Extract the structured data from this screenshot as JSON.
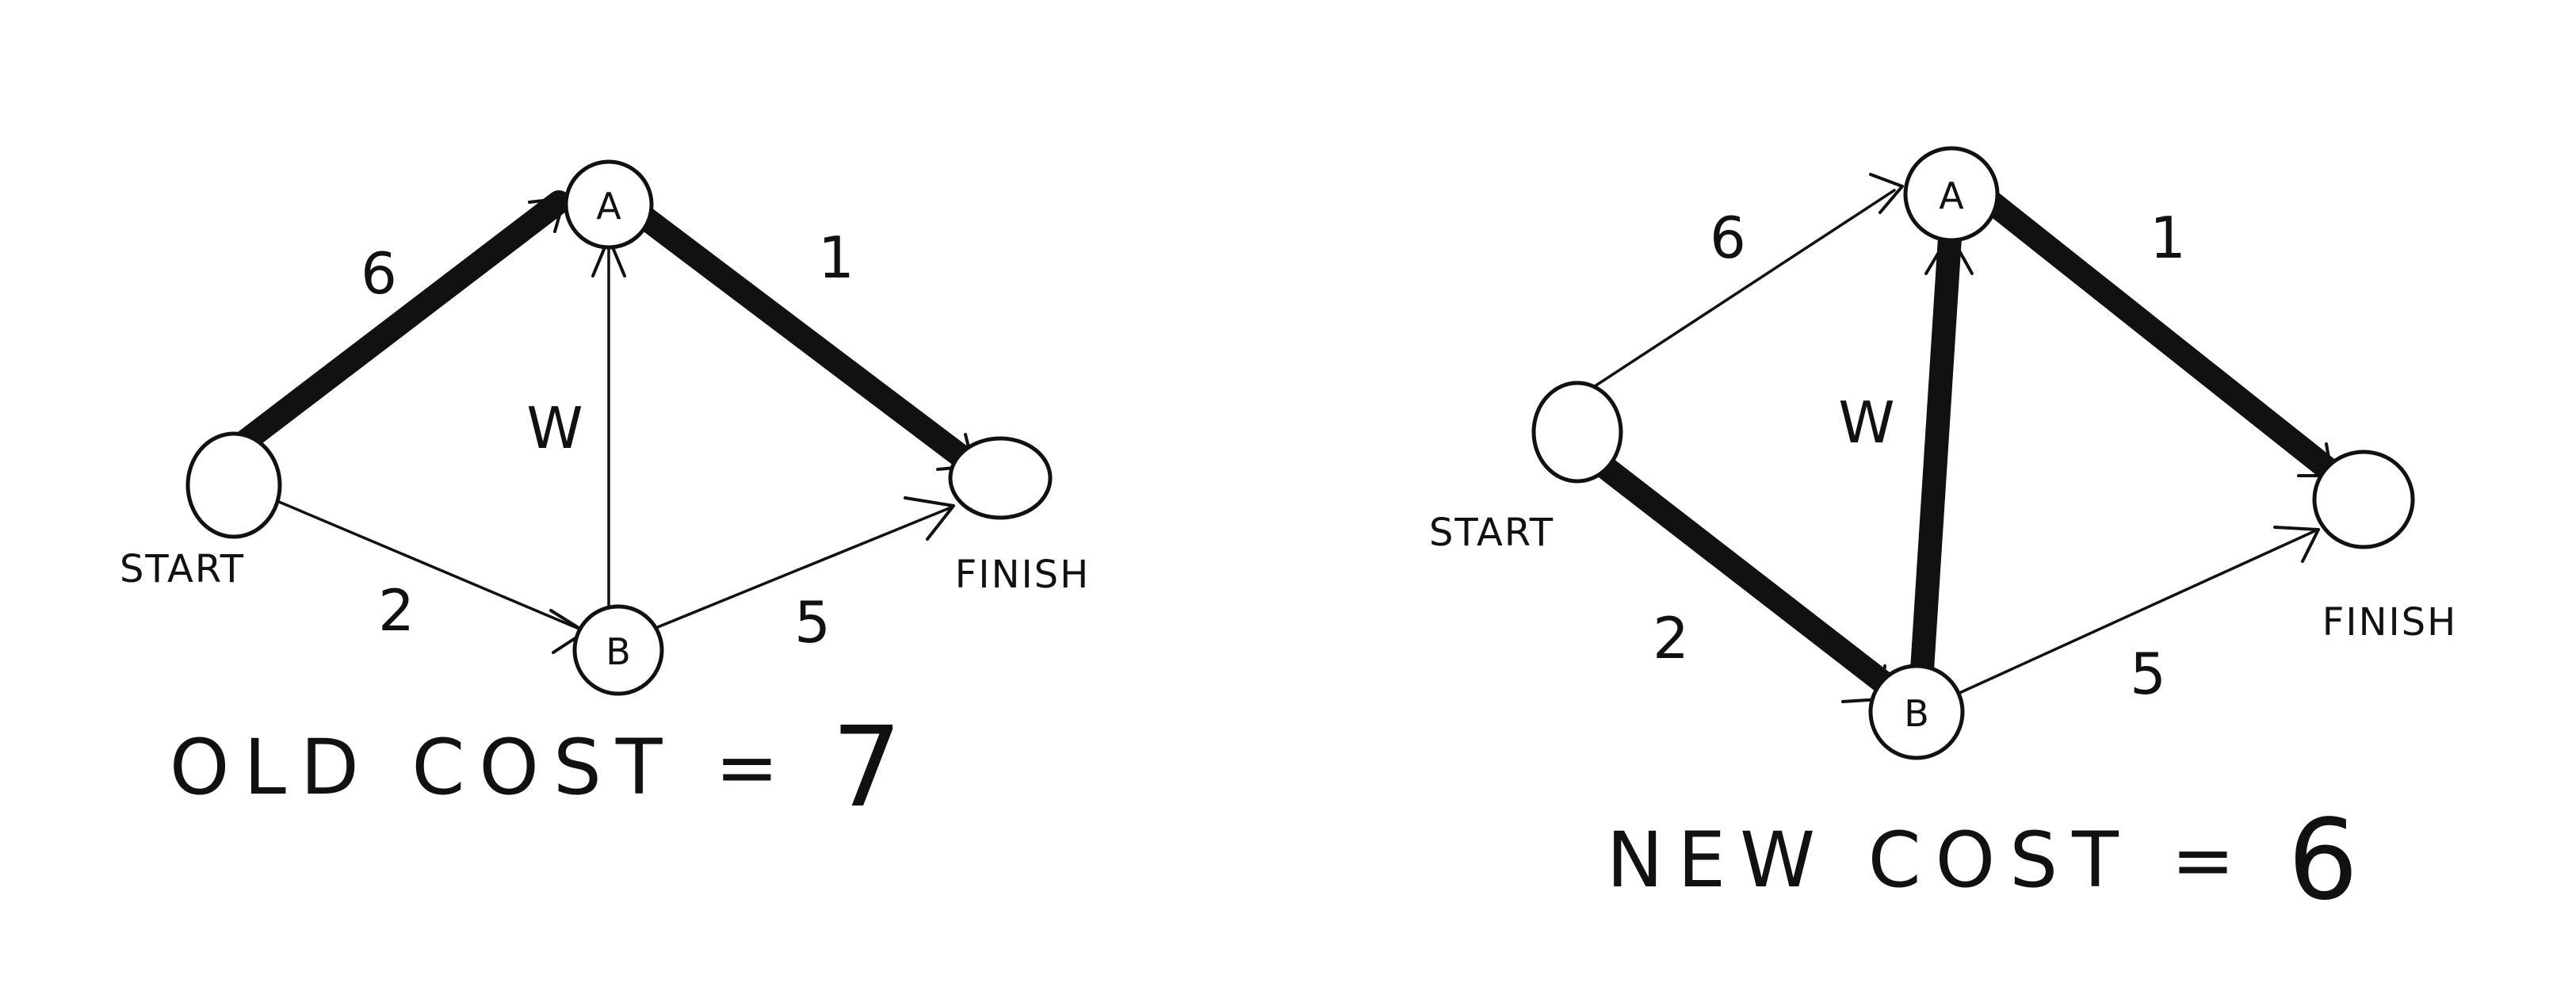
{
  "diagrams": [
    {
      "id": "old",
      "nodes": {
        "start": {
          "label": "",
          "caption": "START"
        },
        "a": {
          "label": "A",
          "caption": ""
        },
        "b": {
          "label": "B",
          "caption": ""
        },
        "finish": {
          "label": "",
          "caption": "FINISH"
        }
      },
      "edges": [
        {
          "from": "start",
          "to": "a",
          "weight": "6",
          "highlighted": true
        },
        {
          "from": "a",
          "to": "finish",
          "weight": "1",
          "highlighted": true
        },
        {
          "from": "start",
          "to": "b",
          "weight": "2",
          "highlighted": false
        },
        {
          "from": "b",
          "to": "a",
          "weight": "W",
          "highlighted": false
        },
        {
          "from": "b",
          "to": "finish",
          "weight": "5",
          "highlighted": false
        }
      ],
      "cost_label": "OLD COST =",
      "cost_value": "7"
    },
    {
      "id": "new",
      "nodes": {
        "start": {
          "label": "",
          "caption": "START"
        },
        "a": {
          "label": "A",
          "caption": ""
        },
        "b": {
          "label": "B",
          "caption": ""
        },
        "finish": {
          "label": "",
          "caption": "FINISH"
        }
      },
      "edges": [
        {
          "from": "start",
          "to": "a",
          "weight": "6",
          "highlighted": false
        },
        {
          "from": "a",
          "to": "finish",
          "weight": "1",
          "highlighted": true
        },
        {
          "from": "start",
          "to": "b",
          "weight": "2",
          "highlighted": true
        },
        {
          "from": "b",
          "to": "a",
          "weight": "W",
          "highlighted": true
        },
        {
          "from": "b",
          "to": "finish",
          "weight": "5",
          "highlighted": false
        }
      ],
      "cost_label": "NEW COST =",
      "cost_value": "6"
    }
  ]
}
